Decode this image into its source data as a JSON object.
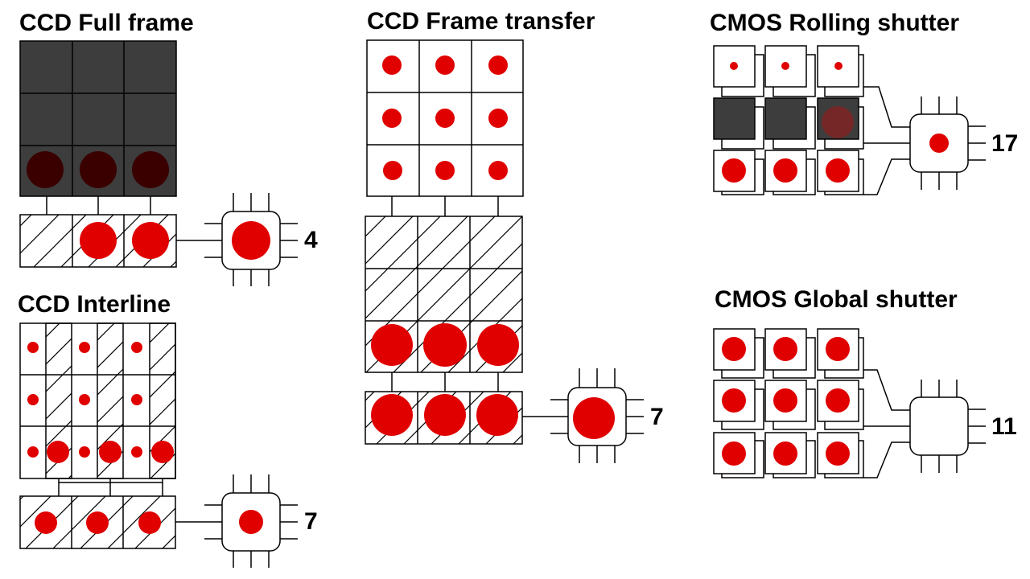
{
  "colors": {
    "signal": "#e00000",
    "exposed_dark": "#3d3d3d",
    "charge_on_dark": "#3a0000",
    "line": "#000000",
    "background": "#ffffff"
  },
  "icons": [
    "chip-icon",
    "hatched-storage-cell",
    "signal-dot"
  ],
  "panels": [
    {
      "id": "ccd-full-frame",
      "title": "CCD Full frame",
      "readout_count": "4",
      "pixel_array": "3x3 shielded dark pixels, bottom row holds charge",
      "register": "hatched serial register with 2 of 3 cells carrying charge"
    },
    {
      "id": "ccd-interline",
      "title": "CCD Interline",
      "readout_count": "7",
      "pixel_array": "3x3 pixels each paired with a hatched vertical transfer column",
      "register": "hatched serial register with 3 charged cells"
    },
    {
      "id": "ccd-frame-transfer",
      "title": "CCD Frame transfer",
      "readout_count": "7",
      "pixel_array": "3x3 image area above a 3x3 hatched storage area",
      "register": "hatched serial register with 3 large charges"
    },
    {
      "id": "cmos-rolling-shutter",
      "title": "CMOS Rolling shutter",
      "readout_count": "17",
      "pixel_array": "3x3 pixels with per-pixel amplifiers; middle row being reset",
      "register": "row-by-row readout into single chip"
    },
    {
      "id": "cmos-global-shutter",
      "title": "CMOS Global shutter",
      "readout_count": "11",
      "pixel_array": "3x3 pixels with per-pixel storage, all charged simultaneously",
      "register": "all rows read into single chip"
    }
  ]
}
